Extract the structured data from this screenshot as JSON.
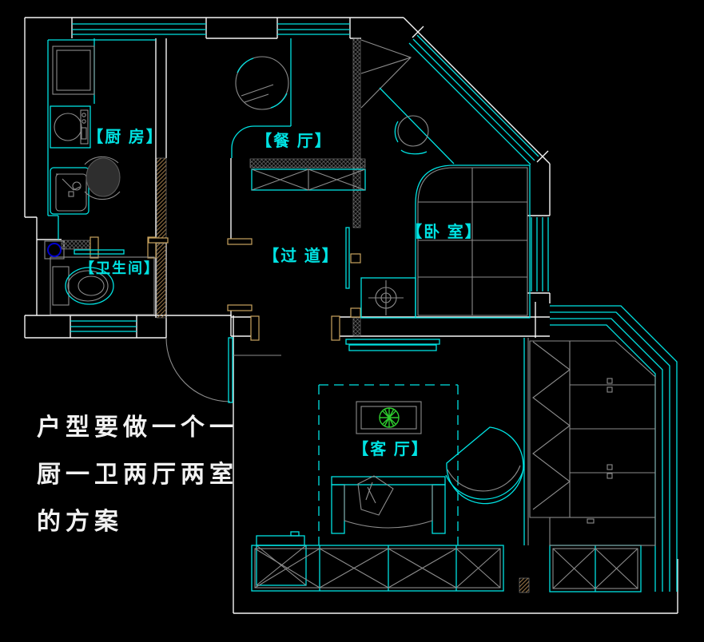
{
  "drawing": {
    "kind": "apartment-floor-plan",
    "annotation_lines": [
      "户型要做一个一",
      "厨一卫两厅两室",
      "的方案"
    ]
  },
  "rooms": {
    "kitchen": {
      "label": "【厨 房】"
    },
    "dining": {
      "label": "【餐 厅】"
    },
    "hallway": {
      "label": "【过 道】"
    },
    "bedroom": {
      "label": "【卧 室】"
    },
    "bathroom": {
      "label": "【卫生间】"
    },
    "living": {
      "label": "【客 厅】"
    }
  },
  "colors": {
    "background": "#000000",
    "wall_white": "#f5f5f5",
    "line_cyan": "#00e2e2",
    "furniture_gray": "#8c8c8c",
    "dark_gray": "#5a5a5a",
    "dark_fill": "#2e2e2e",
    "wood_tan": "#c9a45f",
    "hatch_brown": "#9c7848",
    "hatch_gray": "#8f8f8f",
    "appliance_blue": "#0000cd",
    "plant_green": "#2ecc2e",
    "text_white": "#f2f2f2"
  }
}
